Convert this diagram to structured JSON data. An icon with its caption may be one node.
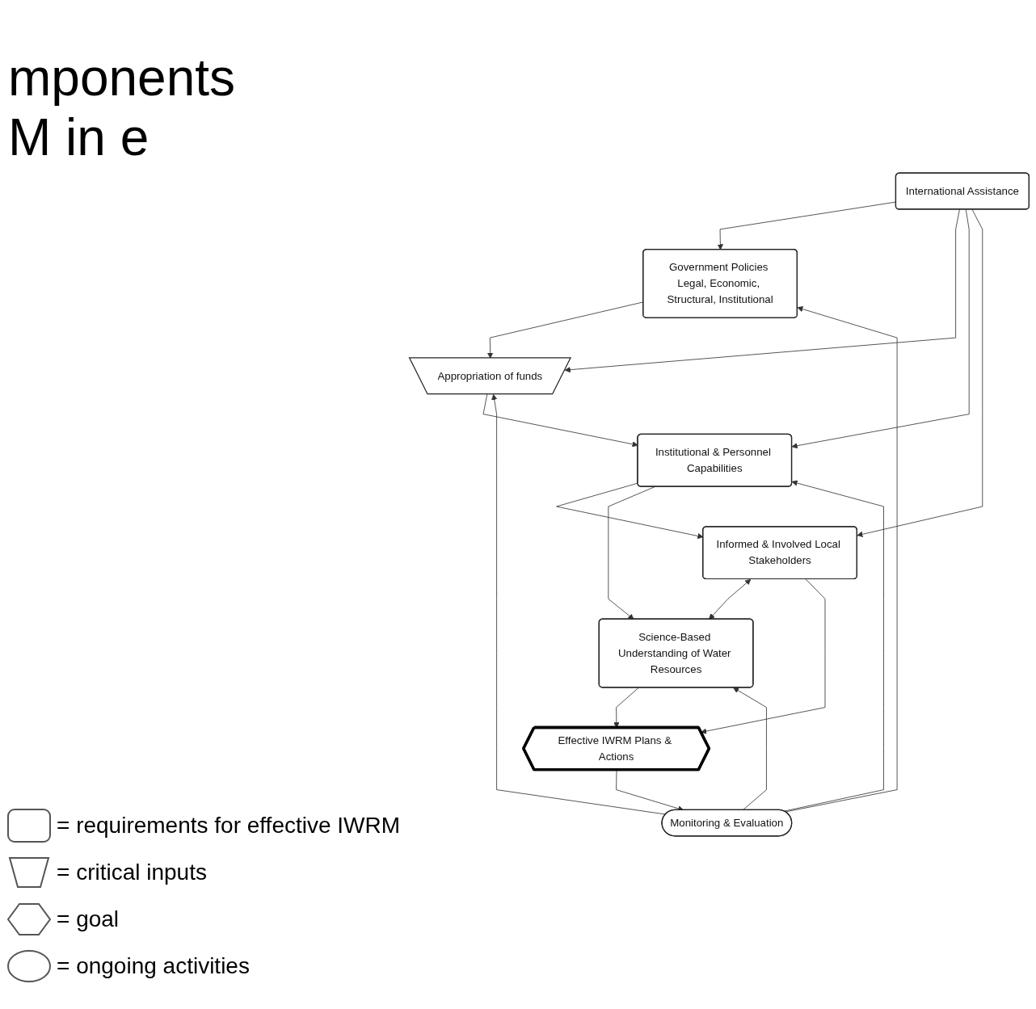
{
  "diagram": {
    "title": "mponents M in e",
    "nodes": [
      {
        "text": [
          "International Assistance"
        ]
      },
      {
        "text": [
          "Government Policies Legal, Economic, Structural, Institutional"
        ]
      },
      {
        "text": [
          "Appropriation of funds"
        ]
      },
      {
        "text": [
          "Institutional & Personnel Capabilities"
        ]
      },
      {
        "text": [
          "Informed & Involved Local Stakeholders"
        ]
      },
      {
        "text": [
          "Science-Based Understanding of Water Resources"
        ]
      },
      {
        "text": [
          "Effective IWRM Plans & Actions"
        ]
      },
      {
        "text": [
          "Monitoring & Evaluation"
        ]
      }
    ],
    "edges": [
      {
        "from": 0,
        "to": 1,
        "arrow": "to"
      },
      {
        "from": 0,
        "to": 2,
        "arrow": "to"
      },
      {
        "from": 0,
        "to": 3,
        "arrow": "to"
      },
      {
        "from": 0,
        "to": 4,
        "arrow": "to"
      },
      {
        "from": 1,
        "to": 2,
        "arrow": "to"
      },
      {
        "from": 2,
        "to": 3,
        "arrow": "to"
      },
      {
        "from": 3,
        "to": 4,
        "arrow": "to"
      },
      {
        "from": 3,
        "to": 5,
        "arrow": "to"
      },
      {
        "from": 4,
        "to": 5,
        "arrow": "both"
      },
      {
        "from": 4,
        "to": 6,
        "arrow": "to"
      },
      {
        "from": 5,
        "to": 6,
        "arrow": "to"
      },
      {
        "from": 6,
        "to": 7,
        "arrow": "to"
      },
      {
        "from": 7,
        "to": 1,
        "arrow": "to"
      },
      {
        "from": 7,
        "to": 2,
        "arrow": "to"
      },
      {
        "from": 7,
        "to": 3,
        "arrow": "to"
      },
      {
        "from": 7,
        "to": 5,
        "arrow": "to"
      }
    ],
    "legend": [
      {
        "text": "= requirements for effective IWRM"
      },
      {
        "text": "= critical inputs"
      },
      {
        "text": "= goal"
      },
      {
        "text": "= ongoing activities"
      }
    ]
  }
}
